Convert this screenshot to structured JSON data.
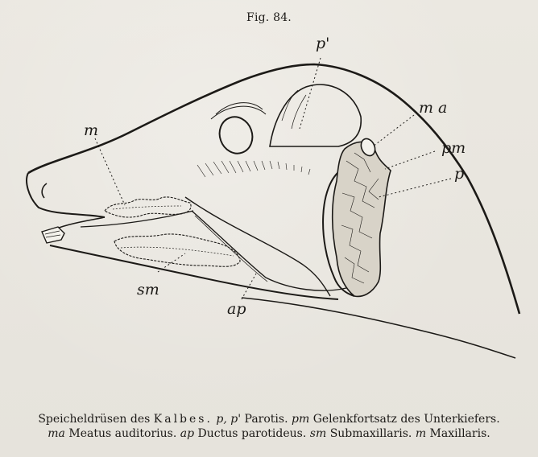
{
  "figure": {
    "title": "Fig. 84."
  },
  "labels": {
    "p_prime": "p'",
    "ma": "m a",
    "pm": "pm",
    "p": "p",
    "m": "m",
    "sm": "sm",
    "ap": "ap"
  },
  "caption": {
    "line1_part1": "Speicheldrüsen des",
    "line1_kalbes": "Kalbes.",
    "line1_sym1": "p, p'",
    "line1_text1": "Parotis.",
    "line1_sym2": "pm",
    "line1_text2": "Gelenkfortsatz des Unterkiefers.",
    "line2_sym1": "ma",
    "line2_text1": "Meatus auditorius.",
    "line2_sym2": "ap",
    "line2_text2": "Ductus parotideus.",
    "line2_sym3": "sm",
    "line2_text3": "Submaxillaris.",
    "line2_sym4": "m",
    "line2_text4": "Maxillaris."
  }
}
